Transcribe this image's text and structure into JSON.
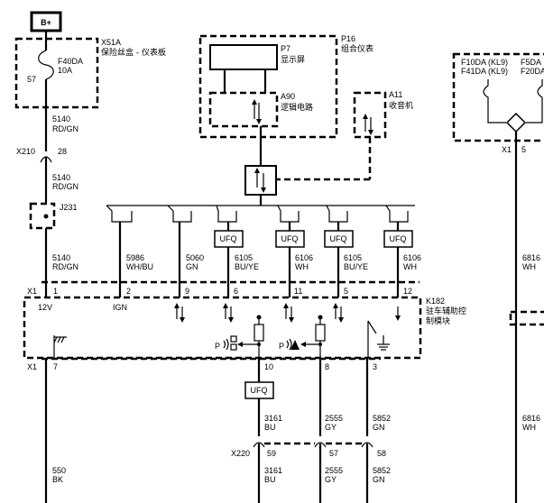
{
  "power": {
    "label": "B+"
  },
  "fuse_block": {
    "id": "X51A",
    "desc": "保险丝盒 - 仪表板",
    "fuse": "F40DA",
    "rating": "10A",
    "pin": "57"
  },
  "wire_top": {
    "circuit": "5140",
    "color": "RD/GN"
  },
  "connector_x210": {
    "id": "X210",
    "pin": "28"
  },
  "wire_mid": {
    "circuit": "5140",
    "color": "RD/GN"
  },
  "splice": {
    "id": "J231"
  },
  "wire_bottom": {
    "circuit": "5140",
    "color": "RD/GN"
  },
  "cluster": {
    "id": "P16",
    "desc": "组合仪表",
    "display_id": "P7",
    "display_desc": "显示屏",
    "logic_id": "A90",
    "logic_desc": "逻辑电路"
  },
  "radio": {
    "id": "A11",
    "desc": "收音机"
  },
  "fuse_right": {
    "f1": "F10DA (KL9)",
    "f2": "F41DA (KL9)",
    "f3": "F5DA",
    "f4": "F20DA"
  },
  "ufq": "UFQ",
  "module_wires": [
    {
      "circuit": "5986",
      "color": "WH/BU"
    },
    {
      "circuit": "5060",
      "color": "GN"
    },
    {
      "circuit": "6105",
      "color": "BU/YE"
    },
    {
      "circuit": "6106",
      "color": "WH"
    },
    {
      "circuit": "6105",
      "color": "BU/YE"
    },
    {
      "circuit": "6106",
      "color": "WH"
    }
  ],
  "module_connector": {
    "id": "X1",
    "pins": [
      "1",
      "2",
      "9",
      "6",
      "11",
      "5",
      "12"
    ]
  },
  "module": {
    "id": "K182",
    "desc_line1": "驻车辅助控",
    "desc_line2": "制模块",
    "v12": "12V",
    "ign": "IGN",
    "sensor_a": "P",
    "sensor_b": "P"
  },
  "module_bottom": {
    "id": "X1",
    "pins": [
      "7",
      "10",
      "8",
      "3"
    ]
  },
  "bottom_wires": [
    {
      "circuit": "3161",
      "color": "BU"
    },
    {
      "circuit": "2555",
      "color": "GY"
    },
    {
      "circuit": "5852",
      "color": "GN"
    }
  ],
  "connector_x220": {
    "id": "X220",
    "pins": [
      "59",
      "57",
      "58"
    ]
  },
  "bottom_wires2": [
    {
      "circuit": "550",
      "color": "BK"
    },
    {
      "circuit": "3161",
      "color": "BU"
    },
    {
      "circuit": "2555",
      "color": "GY"
    },
    {
      "circuit": "5852",
      "color": "GN"
    }
  ],
  "right_side": {
    "connector": "X1",
    "pin": "5",
    "wire1_circuit": "6816",
    "wire1_color": "WH",
    "wire2_circuit": "6816",
    "wire2_color": "WH"
  }
}
